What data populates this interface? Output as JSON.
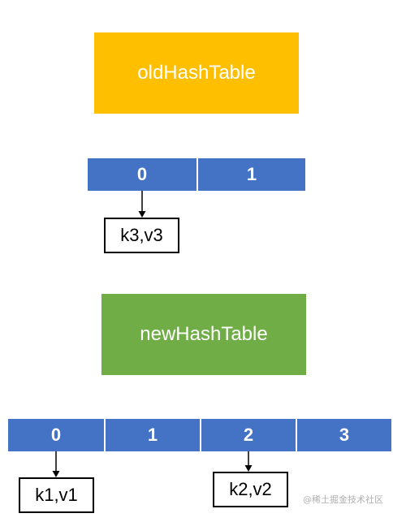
{
  "old_table": {
    "title": "oldHashTable",
    "title_color": "#FDBF00",
    "bucket_color": "#4472C4",
    "buckets": [
      "0",
      "1"
    ],
    "entries": [
      {
        "bucket": "0",
        "label": "k3,v3"
      }
    ]
  },
  "new_table": {
    "title": "newHashTable",
    "title_color": "#70AD47",
    "bucket_color": "#4472C4",
    "buckets": [
      "0",
      "1",
      "2",
      "3"
    ],
    "entries": [
      {
        "bucket": "0",
        "label": "k1,v1"
      },
      {
        "bucket": "2",
        "label": "k2,v2"
      }
    ]
  },
  "watermark": "@稀土掘金技术社区"
}
